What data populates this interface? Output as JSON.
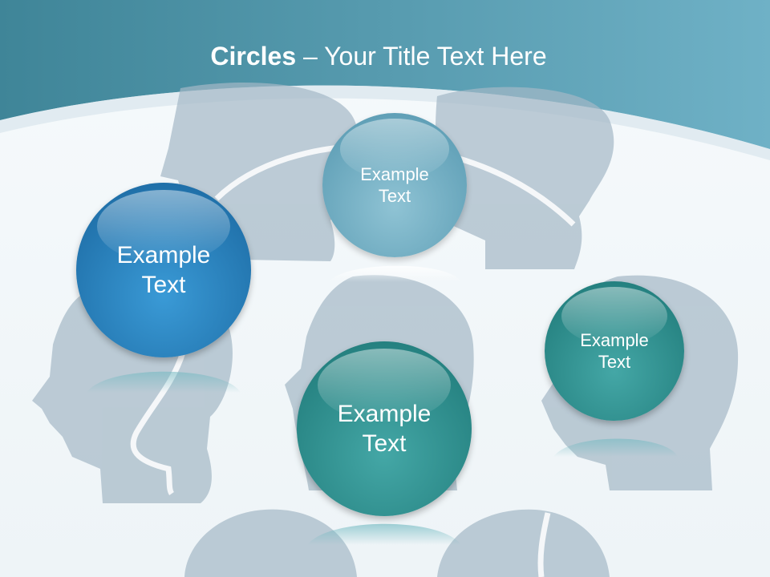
{
  "slide": {
    "title_bold": "Circles",
    "title_rest": " – Your Title Text Here"
  },
  "bubbles": [
    {
      "line1": "Example",
      "line2": "Text",
      "color": "#2a85c4"
    },
    {
      "line1": "Example",
      "line2": "Text",
      "color": "#7ab3c7"
    },
    {
      "line1": "Example",
      "line2": "Text",
      "color": "#319392"
    },
    {
      "line1": "Example",
      "line2": "Text",
      "color": "#319392"
    }
  ],
  "colors": {
    "header": "#4a8fa3",
    "silhouette": "#a4b8c6",
    "background": "#f1f6f9"
  }
}
